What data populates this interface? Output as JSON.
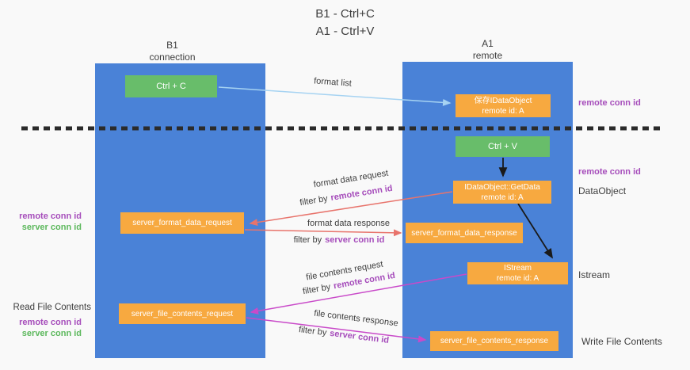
{
  "title": {
    "line1": "B1 - Ctrl+C",
    "line2": "A1 - Ctrl+V"
  },
  "lanes": {
    "left": {
      "name": "B1",
      "sub": "connection"
    },
    "right": {
      "name": "A1",
      "sub": "remote"
    }
  },
  "nodes": {
    "ctrl_c": "Ctrl + C",
    "ctrl_v": "Ctrl + V",
    "save_dataobject": {
      "line1": "保存IDataObject",
      "line2": "remote id: A"
    },
    "getdata": {
      "line1": "IDataObject::GetData",
      "line2": "remote id: A"
    },
    "istream": {
      "line1": "IStream",
      "line2": "remote id: A"
    },
    "server_format_data_request": "server_format_data_request",
    "server_format_data_response": "server_format_data_response",
    "server_file_contents_request": "server_file_contents_request",
    "server_file_contents_response": "server_file_contents_response"
  },
  "labels": {
    "format_list": "format list",
    "format_data_request": "format data request",
    "format_data_response": "format data response",
    "file_contents_request": "file contents request",
    "file_contents_response": "file contents response",
    "filter_by": "filter by",
    "remote_conn_id": "remote conn id",
    "server_conn_id": "server conn id",
    "dataobject": "DataObject",
    "istream_side": "Istream",
    "read_file_contents": "Read File Contents",
    "write_file_contents": "Write File Contents"
  },
  "colors": {
    "lane_blue": "#4a82d7",
    "box_green": "#68bd6a",
    "box_orange": "#f7a940",
    "text_purple": "#a64dbb",
    "text_green": "#5cb85c",
    "arrow_red": "#e8746c",
    "arrow_magenta": "#c94ac9",
    "arrow_blue": "#a6d3f2",
    "arrow_black": "#1a1a1a",
    "dashed_line": "#2b2b2b"
  }
}
